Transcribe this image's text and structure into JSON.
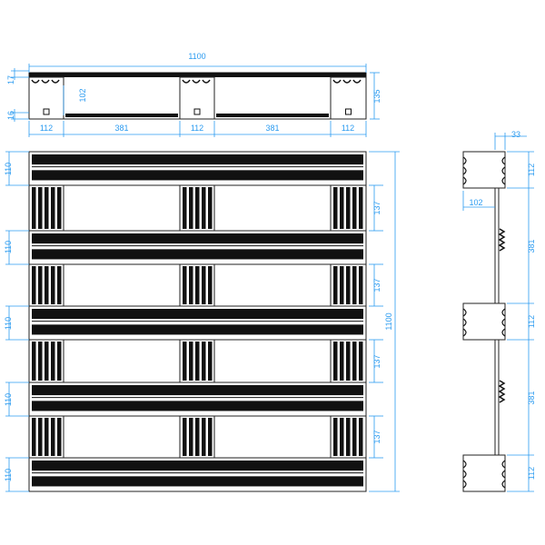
{
  "drawing": {
    "front_view": {
      "overall_length": "1100",
      "top_board_thickness": "17",
      "bottom_board_thickness": "16",
      "opening_height": "102",
      "overall_height": "135",
      "segments": [
        "112",
        "381",
        "112",
        "381",
        "112"
      ]
    },
    "plan_view": {
      "deck_board_widths": [
        "110",
        "110",
        "110",
        "110",
        "110"
      ],
      "gap_widths": [
        "137",
        "137",
        "137",
        "137"
      ],
      "overall_width": "1100"
    },
    "side_view": {
      "stringer_offset": "33",
      "block_offset": "102",
      "segments": [
        "112",
        "381",
        "112",
        "381",
        "112"
      ]
    },
    "colors": {
      "dimension": "#2b9bf0",
      "outline": "#111111"
    }
  }
}
